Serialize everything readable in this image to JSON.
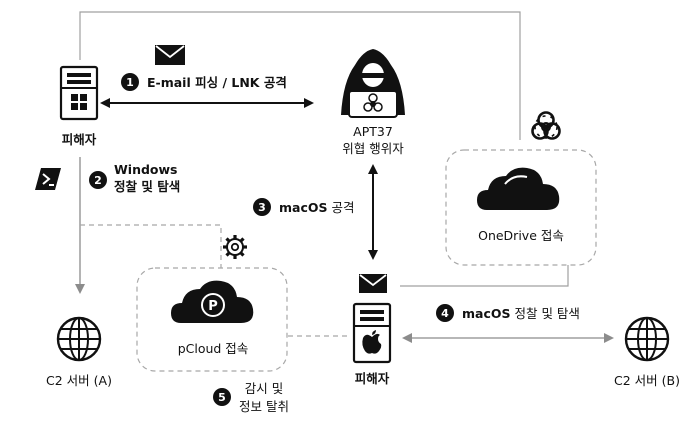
{
  "nodes": {
    "victim_windows": {
      "label": "피해자"
    },
    "attacker": {
      "label_line1": "APT37",
      "label_line2": "위협 행위자"
    },
    "victim_macos": {
      "label": "피해자"
    },
    "c2_a": {
      "label": "C2 서버 (A)"
    },
    "c2_b": {
      "label": "C2 서버 (B)"
    },
    "onedrive": {
      "label": "OneDrive 접속"
    },
    "pcloud": {
      "label": "pCloud 접속"
    }
  },
  "steps": [
    {
      "num": "1",
      "text": "E-mail 피싱 / LNK 공격"
    },
    {
      "num": "2",
      "line1": "Windows",
      "line2": "정찰 및 탐색"
    },
    {
      "num": "3",
      "bold": "macOS",
      "rest": " 공격"
    },
    {
      "num": "4",
      "bold": "macOS",
      "rest": " 정찰 및 탐색"
    },
    {
      "num": "5",
      "line1": "감시 및",
      "line2": "정보 탈취"
    }
  ],
  "icons": [
    "mail-icon",
    "powershell-icon",
    "gear-icon",
    "biohazard-icon",
    "globe-icon",
    "hacker-icon",
    "windows-logo-icon",
    "apple-logo-icon",
    "cloud-icon"
  ],
  "colors": {
    "line": "#9a9a9a",
    "dark": "#111111",
    "dashed": "#a8a8a8"
  }
}
